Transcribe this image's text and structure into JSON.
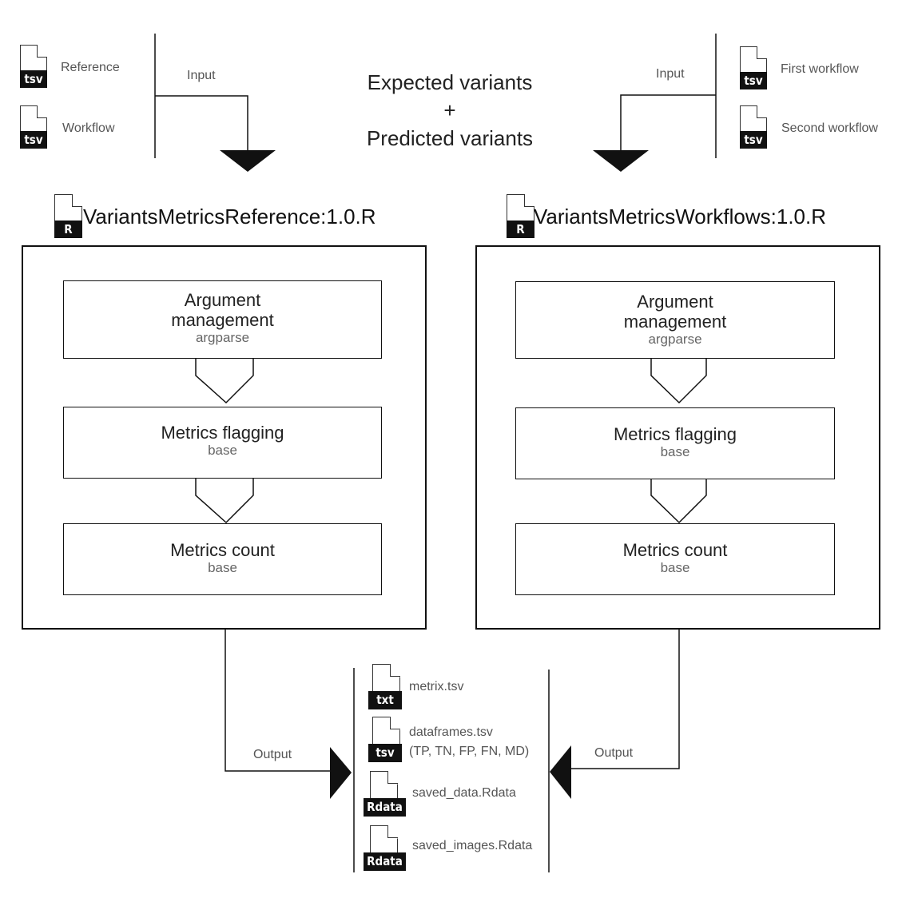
{
  "colors": {
    "line": "#111111",
    "text": "#222222",
    "muted": "#555555",
    "tag_bg": "#111111",
    "tag_fg": "#ffffff"
  },
  "inputs": {
    "left": {
      "label": "Input",
      "files": [
        {
          "tag": "tsv",
          "name": "Reference"
        },
        {
          "tag": "tsv",
          "name": "Workflow"
        }
      ]
    },
    "right": {
      "label": "Input",
      "files": [
        {
          "tag": "tsv",
          "name": "First workflow"
        },
        {
          "tag": "tsv",
          "name": "Second workflow"
        }
      ]
    }
  },
  "center_title": {
    "line1": "Expected variants",
    "line2": "+",
    "line3": "Predicted variants"
  },
  "scripts": {
    "left": {
      "icon_tag": "R",
      "name": "VariantsMetricsReference:1.0.R",
      "steps": [
        {
          "title1": "Argument",
          "title2": "management",
          "sub": "argparse"
        },
        {
          "title1": "Metrics flagging",
          "sub": "base"
        },
        {
          "title1": "Metrics count",
          "sub": "base"
        }
      ]
    },
    "right": {
      "icon_tag": "R",
      "name": "VariantsMetricsWorkflows:1.0.R",
      "steps": [
        {
          "title1": "Argument",
          "title2": "management",
          "sub": "argparse"
        },
        {
          "title1": "Metrics flagging",
          "sub": "base"
        },
        {
          "title1": "Metrics count",
          "sub": "base"
        }
      ]
    }
  },
  "outputs": {
    "left_label": "Output",
    "right_label": "Output",
    "files": [
      {
        "tag": "txt",
        "name": "metrix.tsv"
      },
      {
        "tag": "tsv",
        "name": "dataframes.tsv",
        "detail": "(TP, TN, FP, FN, MD)"
      },
      {
        "tag": "Rdata",
        "name": "saved_data.Rdata"
      },
      {
        "tag": "Rdata",
        "name": "saved_images.Rdata"
      }
    ]
  }
}
